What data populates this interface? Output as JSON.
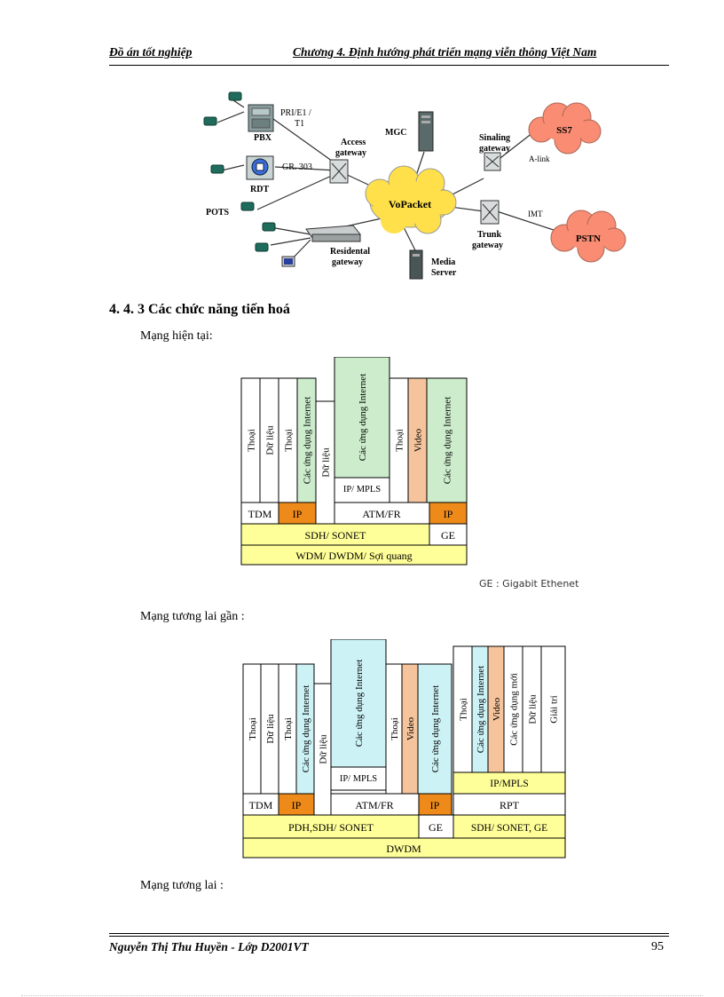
{
  "header": {
    "left": "Đồ án tốt nghiệp",
    "right": "Chương 4. Định hướng phát triển mạng viễn thông Việt Nam"
  },
  "network_diagram": {
    "labels": {
      "pri": "PRI/E1 /",
      "t1": "T1",
      "pbx": "PBX",
      "rdt": "RDT",
      "gr303": "GR. 303",
      "pots": "POTS",
      "access1": "Access",
      "access2": "gateway",
      "mgc": "MGC",
      "sig1": "Sinaling",
      "sig2": "gateway",
      "alink": "A-link",
      "ss7": "SS7",
      "vopacket": "VoPacket",
      "imt": "IMT",
      "pstn": "PSTN",
      "trunk1": "Trunk",
      "trunk2": "gateway",
      "res1": "Residental",
      "res2": "gateway",
      "media1": "Media",
      "media2": "Server"
    }
  },
  "section": {
    "heading": "4. 4. 3 Các chức năng tiến hoá",
    "current_label": "Mạng hiện tại:",
    "ge_note": "GE : Gigabit Ethenet",
    "near_label": "Mạng tương lai gần :",
    "future_label": "Mạng tương lai :"
  },
  "stack1": {
    "tall": [
      {
        "t": "Thoại",
        "fill": "#ffffff"
      },
      {
        "t": "Dữ liệu",
        "fill": "#ffffff"
      },
      {
        "t": "Thoại",
        "fill": "#ffffff"
      },
      {
        "t": "Các ứng dụng Internet",
        "fill": "#cceccc"
      },
      {
        "t": "Dữ liệu",
        "fill": "#ffffff"
      },
      {
        "t": "Các ứng dụng Internet",
        "fill": "#cceccc"
      },
      {
        "t": "Thoại",
        "fill": "#ffffff"
      },
      {
        "t": "Video",
        "fill": "#f5c49c"
      },
      {
        "t": "Các ứng dụng Internet",
        "fill": "#cceccc"
      }
    ],
    "ipmpls": "IP/ MPLS",
    "tdm": "TDM",
    "ip": "IP",
    "atmfr": "ATM/FR",
    "ip2": "IP",
    "sdh": "SDH/ SONET",
    "ge": "GE",
    "wdm": "WDM/ DWDM/ Sợi quang"
  },
  "stack2": {
    "tall": [
      {
        "t": "Thoại",
        "fill": "#ffffff"
      },
      {
        "t": "Dữ liệu",
        "fill": "#ffffff"
      },
      {
        "t": "Thoại",
        "fill": "#ffffff"
      },
      {
        "t": "Các ứng dụng Internet",
        "fill": "#ccf2f5"
      },
      {
        "t": "Dữ liệu",
        "fill": "#ffffff"
      },
      {
        "t": "Các ứng dụng Internet",
        "fill": "#ccf2f5"
      },
      {
        "t": "Thoại",
        "fill": "#ffffff"
      },
      {
        "t": "Video",
        "fill": "#f5c49c"
      },
      {
        "t": "Các ứng dụng Internet",
        "fill": "#ccf2f5"
      },
      {
        "t": "Thoại",
        "fill": "#ffffff"
      },
      {
        "t": "Các ứng dụng Internet",
        "fill": "#ccf2f5"
      },
      {
        "t": "Video",
        "fill": "#f5c49c"
      },
      {
        "t": "Các ứng dụng mới",
        "fill": "#ffffff"
      },
      {
        "t": "Dữ liệu",
        "fill": "#ffffff"
      },
      {
        "t": "Giải trí",
        "fill": "#ffffff"
      }
    ],
    "ipmpls": "IP/ MPLS",
    "ipmpls2": "IP/MPLS",
    "tdm": "TDM",
    "ip": "IP",
    "atmfr": "ATM/FR",
    "ip2": "IP",
    "rpt": "RPT",
    "pdh": "PDH,SDH/ SONET",
    "ge": "GE",
    "sdh2": "SDH/ SONET, GE",
    "dwdm": "DWDM"
  },
  "footer": {
    "author": "Nguyễn Thị Thu Huyền - Lớp D2001VT",
    "page": "95"
  },
  "colors": {
    "yellow": "#ffff99",
    "orange": "#ee8a1a",
    "cloud": "#ffe04a",
    "cloud_red": "#f98c72",
    "green": "#cceccc",
    "cyan": "#ccf2f5",
    "peach": "#f5c49c"
  }
}
